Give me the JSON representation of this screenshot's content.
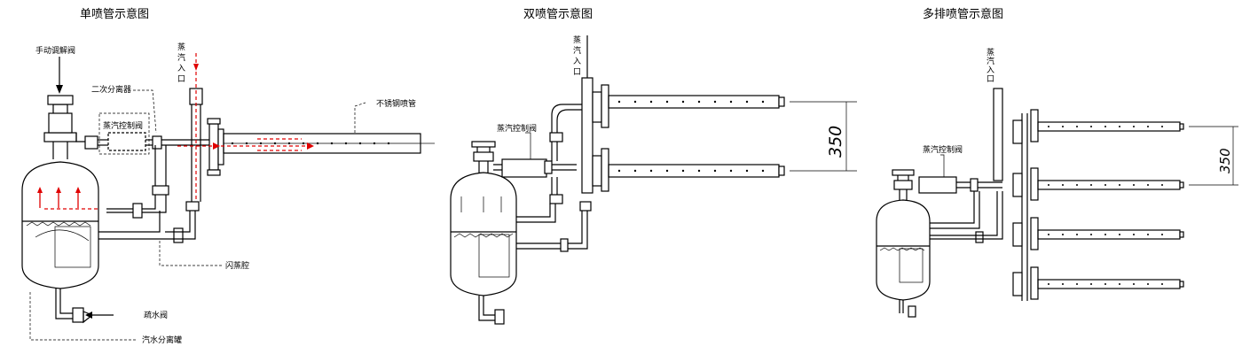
{
  "panel1": {
    "title": "单喷管示意图",
    "manual_valve": "手动调解阀",
    "secondary_separator": "二次分离器",
    "steam_control_valve": "蒸汽控制阀",
    "steam_inlet": [
      "蒸",
      "汽",
      "入",
      "口"
    ],
    "stainless_pipe": "不锈钢喷管",
    "flash_chamber": "闪蒸腔",
    "drain_valve": "疏水阀",
    "separator_tank": "汽水分离罐"
  },
  "panel2": {
    "title": "双喷管示意图",
    "steam_inlet": [
      "蒸",
      "汽",
      "入",
      "口"
    ],
    "steam_control_valve": "蒸汽控制阀",
    "dimension": "350"
  },
  "panel3": {
    "title": "多排喷管示意图",
    "steam_inlet": [
      "蒸",
      "汽",
      "入",
      "口"
    ],
    "steam_control_valve": "蒸汽控制阀",
    "dimension": "350"
  },
  "colors": {
    "line": "#000000",
    "flow_arrow": "#e00000"
  }
}
